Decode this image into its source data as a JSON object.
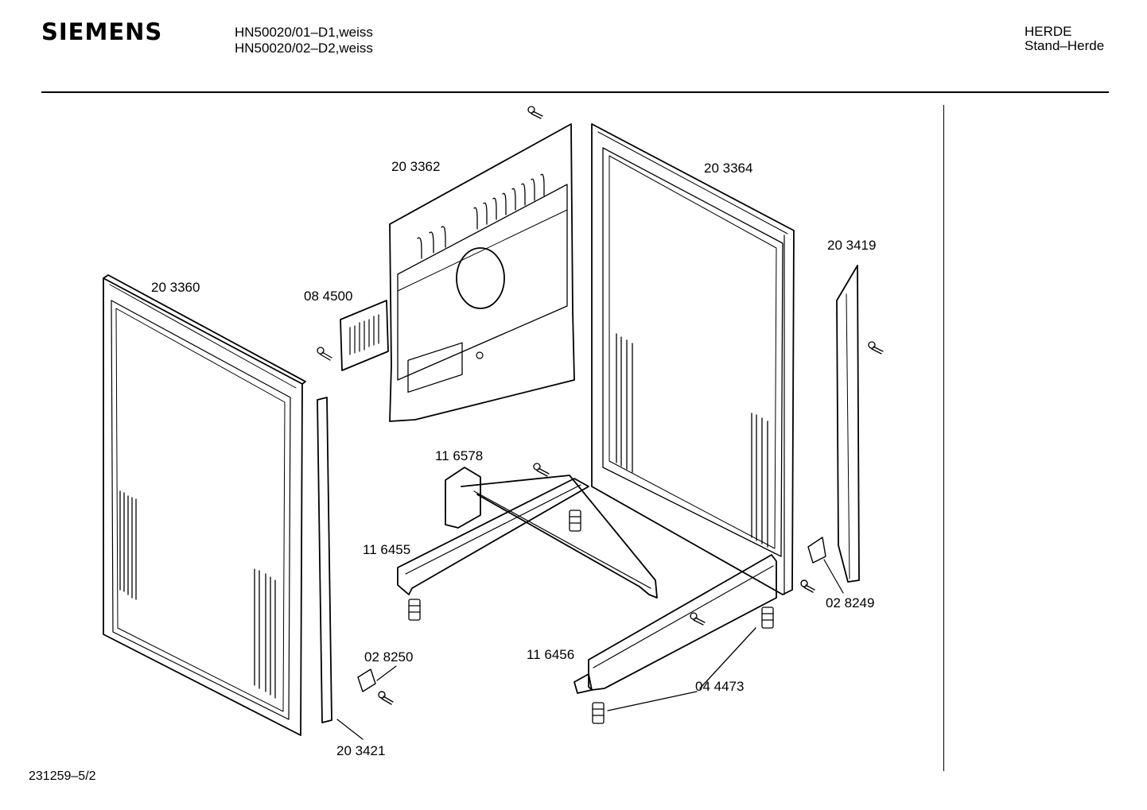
{
  "header": {
    "brand": "SIEMENS",
    "models": [
      "HN50020/01–D1,weiss",
      "HN50020/02–D2,weiss"
    ],
    "category": "HERDE",
    "subcategory": "Stand–Herde"
  },
  "parts": [
    {
      "id": "back-panel",
      "label": "20 3362"
    },
    {
      "id": "right-side-panel",
      "label": "20 3364"
    },
    {
      "id": "left-side-panel",
      "label": "20 3360"
    },
    {
      "id": "small-grille-plate",
      "label": "08 4500"
    },
    {
      "id": "right-trim-strip",
      "label": "20 3419"
    },
    {
      "id": "rear-cross-member",
      "label": "11 6578"
    },
    {
      "id": "left-base-rail",
      "label": "11 6455"
    },
    {
      "id": "front-base-rail",
      "label": "11 6456"
    },
    {
      "id": "right-clip",
      "label": "02 8249"
    },
    {
      "id": "left-clip",
      "label": "02 8250"
    },
    {
      "id": "adjustable-feet",
      "label": "04 4473"
    },
    {
      "id": "left-trim-strip",
      "label": "20 3421"
    }
  ],
  "footer": {
    "doc_number": "231259–5/2"
  }
}
